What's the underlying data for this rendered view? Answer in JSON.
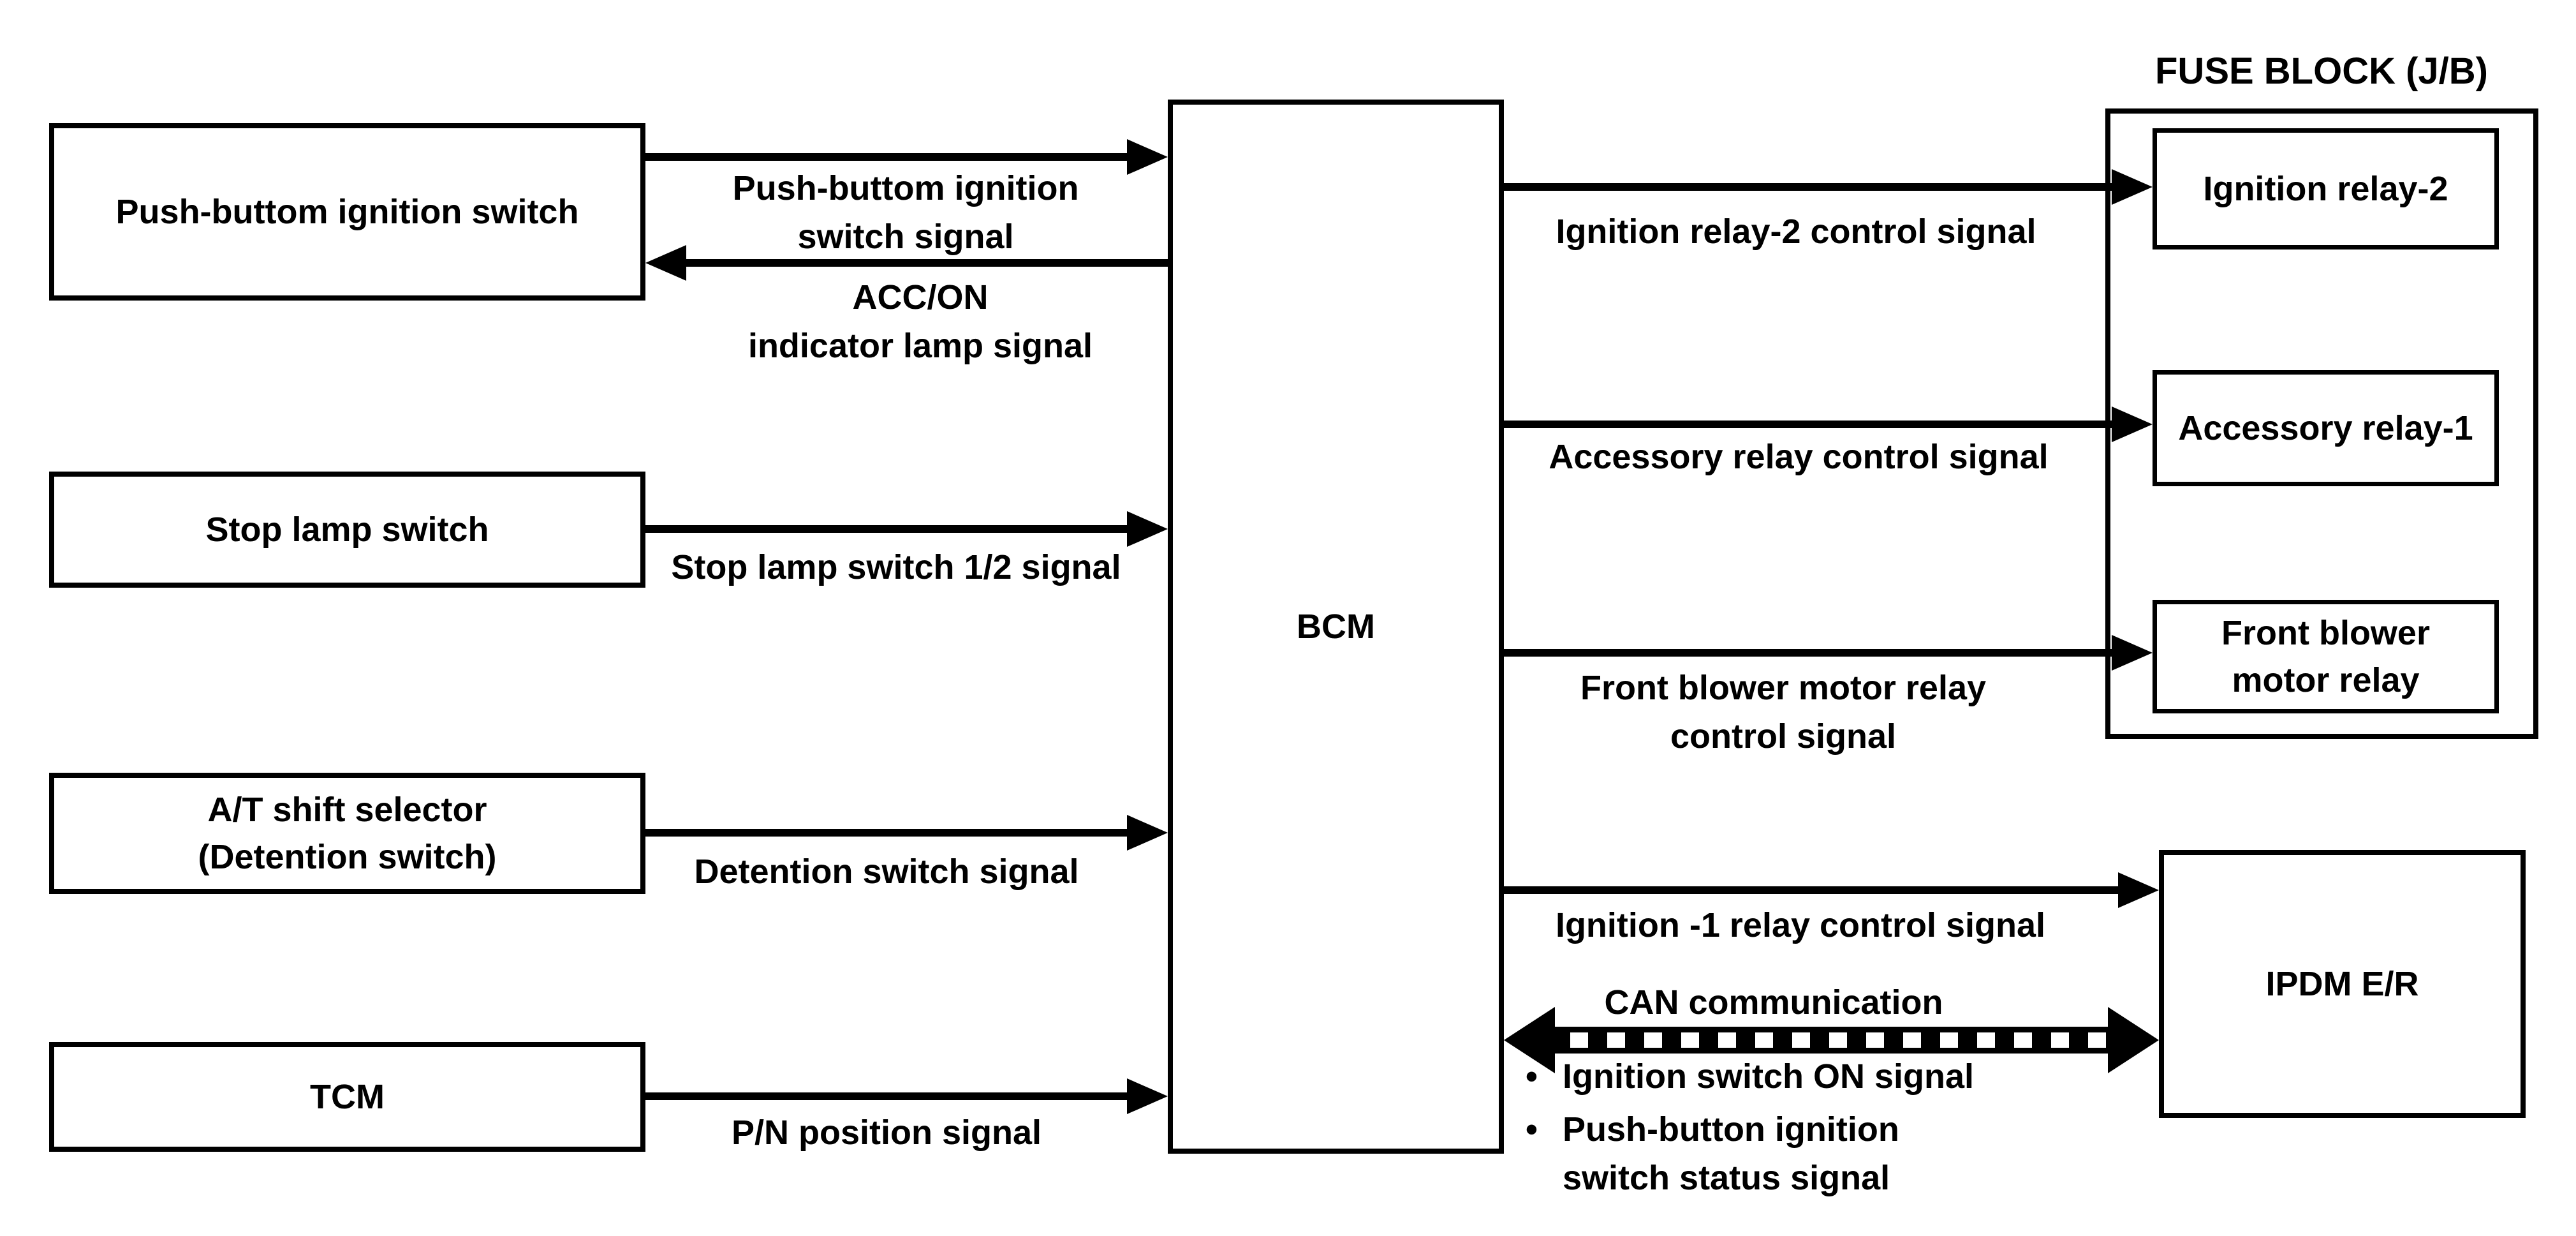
{
  "nodes": {
    "push_button_switch": {
      "label": "Push-buttom ignition switch"
    },
    "stop_lamp_switch": {
      "label": "Stop lamp switch"
    },
    "at_shift_selector": {
      "line1": "A/T shift selector",
      "line2": "(Detention switch)"
    },
    "tcm": {
      "label": "TCM"
    },
    "bcm": {
      "label": "BCM"
    },
    "fuse_block": {
      "title": "FUSE BLOCK (J/B)"
    },
    "ignition_relay_2": {
      "label": "Ignition relay-2"
    },
    "accessory_relay_1": {
      "label": "Accessory relay-1"
    },
    "front_blower_motor_relay": {
      "line1": "Front blower",
      "line2": "motor relay"
    },
    "ipdm_er": {
      "label": "IPDM E/R"
    }
  },
  "signals": {
    "push_button_ignition": {
      "line1": "Push-buttom ignition",
      "line2": "switch signal"
    },
    "acc_on_indicator": {
      "line1": "ACC/ON",
      "line2": "indicator lamp signal"
    },
    "stop_lamp": {
      "label": "Stop lamp switch 1/2 signal"
    },
    "detention": {
      "label": "Detention switch signal"
    },
    "pn_position": {
      "label": "P/N position signal"
    },
    "ignition_relay_2_control": {
      "label": "Ignition relay-2 control signal"
    },
    "accessory_relay_control": {
      "label": "Accessory relay control signal"
    },
    "front_blower_control": {
      "line1": "Front blower motor relay",
      "line2": "control signal"
    },
    "ignition_1_relay_control": {
      "label": "Ignition -1 relay control signal"
    },
    "can": {
      "label": "CAN communication",
      "bullet_char": "•",
      "bullet1": "Ignition switch ON signal",
      "bullet2_line1": "Push-button ignition",
      "bullet2_line2": "switch status signal"
    }
  },
  "colors": {
    "line": "#000000",
    "background": "#ffffff"
  }
}
